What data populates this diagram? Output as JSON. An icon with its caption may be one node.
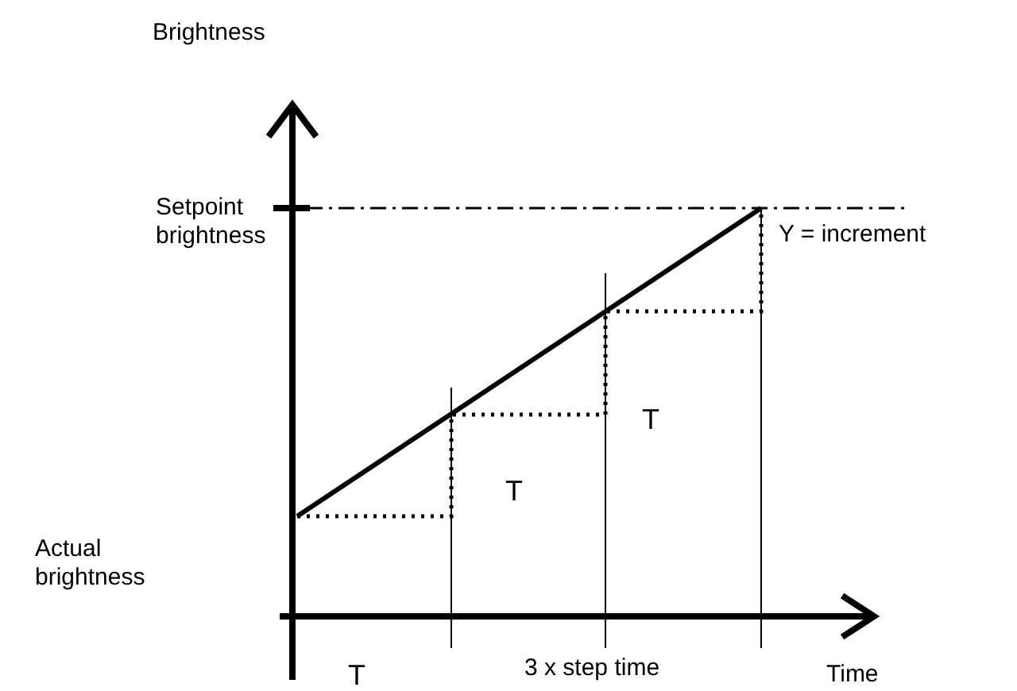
{
  "diagram": {
    "labels": [
      "Brightness",
      "Setpoint brightness",
      "Y = increment",
      "T",
      "T",
      "Actual brightness",
      "T",
      "3 x step time",
      "Time"
    ]
  }
}
